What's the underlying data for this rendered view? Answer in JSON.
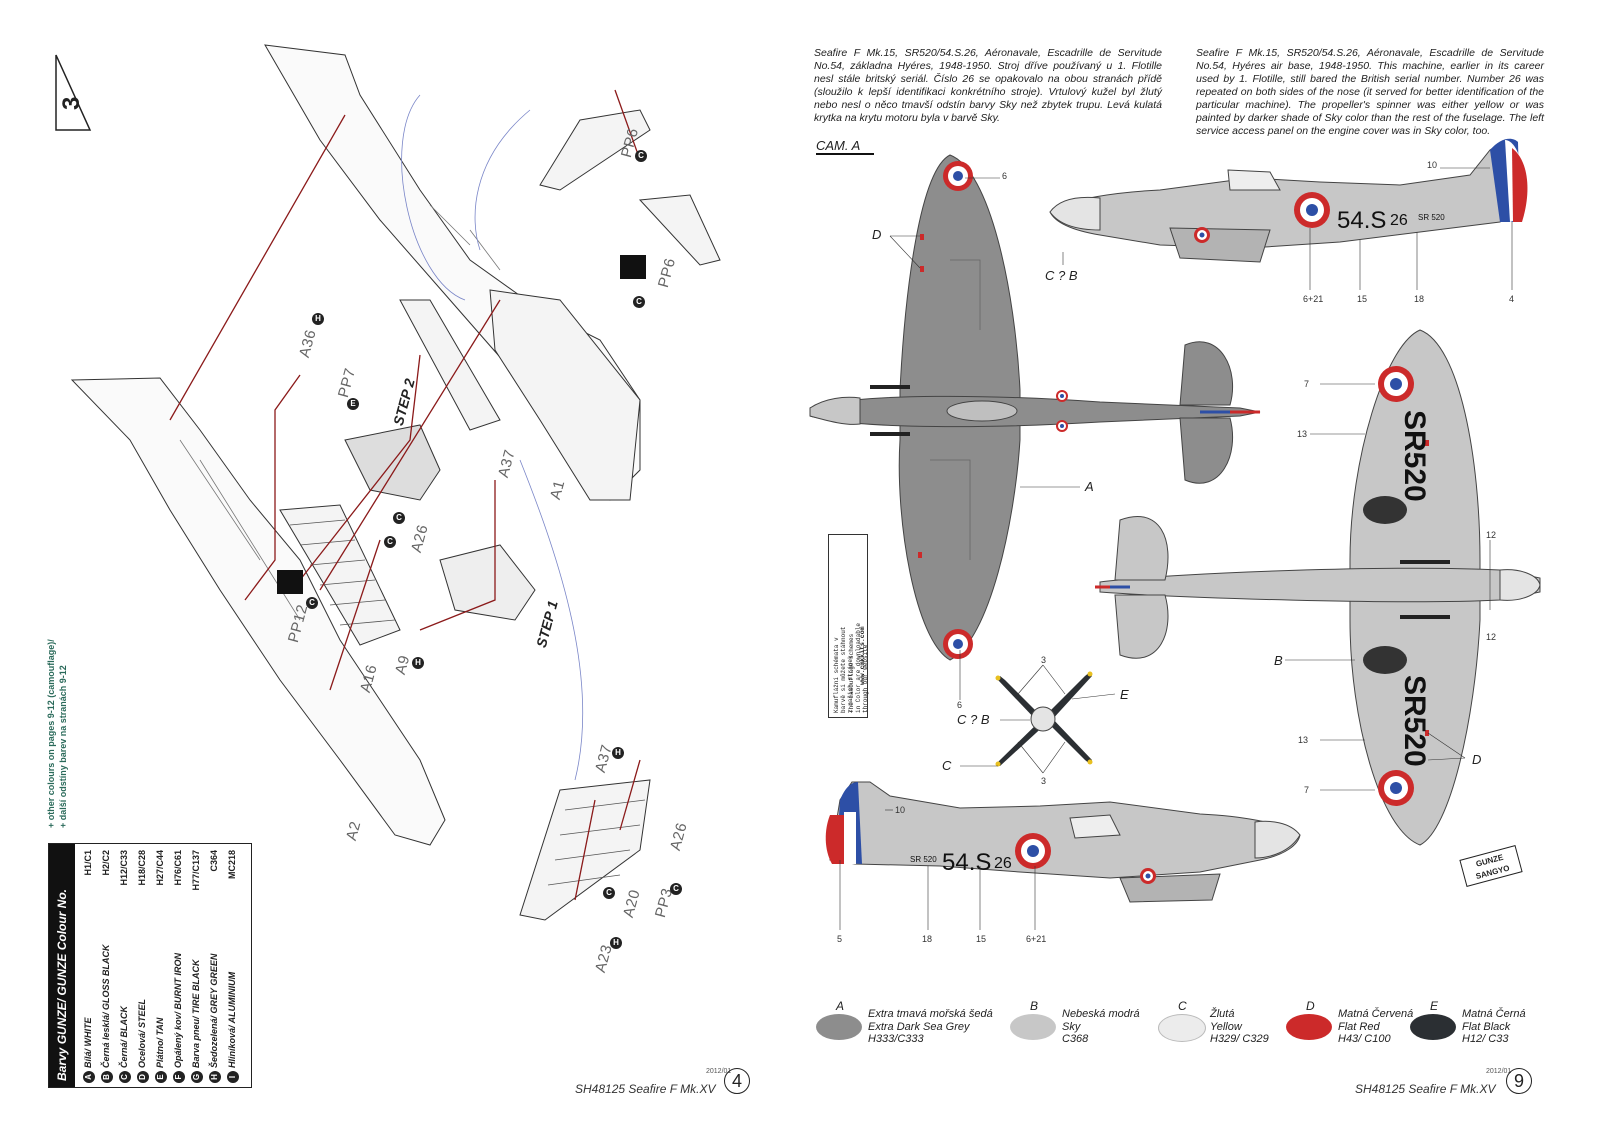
{
  "left": {
    "step_number": "3",
    "steps": [
      "STEP 2",
      "STEP 1"
    ],
    "parts": [
      "PP6",
      "PP6",
      "A36",
      "PP7",
      "A37",
      "A1",
      "A26",
      "PP12",
      "A16",
      "A9",
      "A2",
      "A37",
      "A26",
      "A20",
      "PP3",
      "A23"
    ],
    "chips": [
      "C",
      "C",
      "H",
      "E",
      "C",
      "C",
      "C",
      "H",
      "H",
      "C",
      "C",
      "H"
    ],
    "colour_note_en": "+ other colours on pages 9-12 (camouflage)/",
    "colour_note_cz": "+ další odstíny barev na stranách 9-12",
    "colour_table": {
      "title": "Barvy GUNZE/ GUNZE Colour No.",
      "rows": [
        {
          "key": "A",
          "name": "Bílá/ WHITE",
          "code": "H1/C1"
        },
        {
          "key": "B",
          "name": "Černá lesklá/ GLOSS BLACK",
          "code": "H2/C2"
        },
        {
          "key": "C",
          "name": "Černá/ BLACK",
          "code": "H12/C33"
        },
        {
          "key": "D",
          "name": "Ocelová/ STEEL",
          "code": "H18/C28"
        },
        {
          "key": "E",
          "name": "Plátno/ TAN",
          "code": "H27/C44"
        },
        {
          "key": "F",
          "name": "Opálený kov/ BURNT IRON",
          "code": "H76/C61"
        },
        {
          "key": "G",
          "name": "Barva pneu/ TIRE BLACK",
          "code": "H77/C137"
        },
        {
          "key": "H",
          "name": "Šedozelená/ GREY GREEN",
          "code": "C364"
        },
        {
          "key": "I",
          "name": "Hliníková/ ALUMINIUM",
          "code": "MC218"
        }
      ]
    },
    "footer": "SH48125  Seafire F Mk.XV",
    "footer_date": "2012/01",
    "page_number": "4"
  },
  "right": {
    "desc_cz": "Seafire F Mk.15, SR520/54.S.26, Aéronavale, Escadrille de Servitude No.54, základna Hyéres, 1948-1950. Stroj dříve používaný u 1. Flotille nesl stále britský seriál. Číslo 26 se opakovalo na obou stranách přídě (sloužilo k lepší identifikaci konkrétního stroje). Vrtulový kužel byl žlutý nebo nesl o něco tmavší odstín barvy Sky než zbytek trupu. Levá kulatá krytka na krytu motoru byla v barvě Sky.",
    "desc_en": "Seafire F Mk.15, SR520/54.S.26, Aéronavale, Escadrille de Servitude No.54, Hyéres air base, 1948-1950. This machine, earlier in its career used by 1. Flotille, still bared the British serial number. Number 26 was repeated on both sides of the nose (it served for better identification of the particular machine). The propeller's spinner was either yellow or was painted by darker shade of Sky color than the rest of the fuselage. The left service access panel on the engine cover was in Sky color, too.",
    "cam_label": "CAM. A",
    "fuselage_code": "54.S",
    "fuselage_num": "26",
    "serial": "SR520",
    "serial_small": "SR 520",
    "callouts": {
      "c10a": "10",
      "c6a": "6",
      "c6b": "6",
      "c621a": "6+21",
      "c15a": "15",
      "c18a": "18",
      "c4": "4",
      "c7a": "7",
      "c13a": "13",
      "c12a": "12",
      "c12b": "12",
      "c13b": "13",
      "c7b": "7",
      "c10b": "10",
      "c5": "5",
      "c18b": "18",
      "c15b": "15",
      "c621b": "6+21",
      "c3a": "3",
      "c3b": "3"
    },
    "letters": {
      "D1": "D",
      "CB1": "C ? B",
      "A1": "A",
      "B1": "B",
      "D2": "D",
      "E1": "E",
      "CB2": "C ? B",
      "C1": "C"
    },
    "website_note": [
      "Kamuflážní schémata v",
      "barvě si můžete stáhnout",
      "z našich stránek",
      "The camouflage schemes",
      "in Color are downloadable",
      "through our website",
      "www.cmkkits.com"
    ],
    "legend": [
      {
        "key": "A",
        "lines": [
          "Extra tmavá mořská šedá",
          "Extra Dark Sea Grey",
          "H333/C333"
        ],
        "color": "#8d8d8d"
      },
      {
        "key": "B",
        "lines": [
          "Nebeská modrá",
          "Sky",
          "C368"
        ],
        "color": "#c7c7c7"
      },
      {
        "key": "C",
        "lines": [
          "Žlutá",
          "Yellow",
          "H329/ C329"
        ],
        "color": "#ececec"
      },
      {
        "key": "D",
        "lines": [
          "Matná Červená",
          "Flat Red",
          "H43/ C100"
        ],
        "color": "#cc2a2a"
      },
      {
        "key": "E",
        "lines": [
          "Matná Černá",
          "Flat Black",
          "H12/ C33"
        ],
        "color": "#2b2f33"
      }
    ],
    "brand": "GUNZE SANGYO",
    "footer": "SH48125  Seafire F Mk.XV",
    "footer_date": "2012/01",
    "page_number": "9"
  }
}
